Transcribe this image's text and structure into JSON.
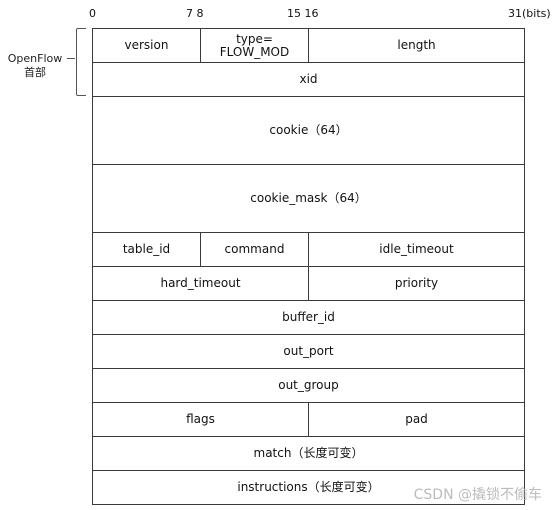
{
  "bits": {
    "b0": "0",
    "b7_8": "7 8",
    "b15_16": "15 16",
    "b31": "31(bits)"
  },
  "header": {
    "label_line1": "OpenFlow",
    "label_line2": "首部"
  },
  "fields": {
    "version": "version",
    "type_line1": "type=",
    "type_line2": "FLOW_MOD",
    "length": "length",
    "xid": "xid",
    "cookie": "cookie（64）",
    "cookie_mask": "cookie_mask（64）",
    "table_id": "table_id",
    "command": "command",
    "idle_timeout": "idle_timeout",
    "hard_timeout": "hard_timeout",
    "priority": "priority",
    "buffer_id": "buffer_id",
    "out_port": "out_port",
    "out_group": "out_group",
    "flags": "flags",
    "pad": "pad",
    "match": "match（长度可变）",
    "instructions": "instructions（长度可变）"
  },
  "watermark": "CSDN @撬锁不偷车"
}
